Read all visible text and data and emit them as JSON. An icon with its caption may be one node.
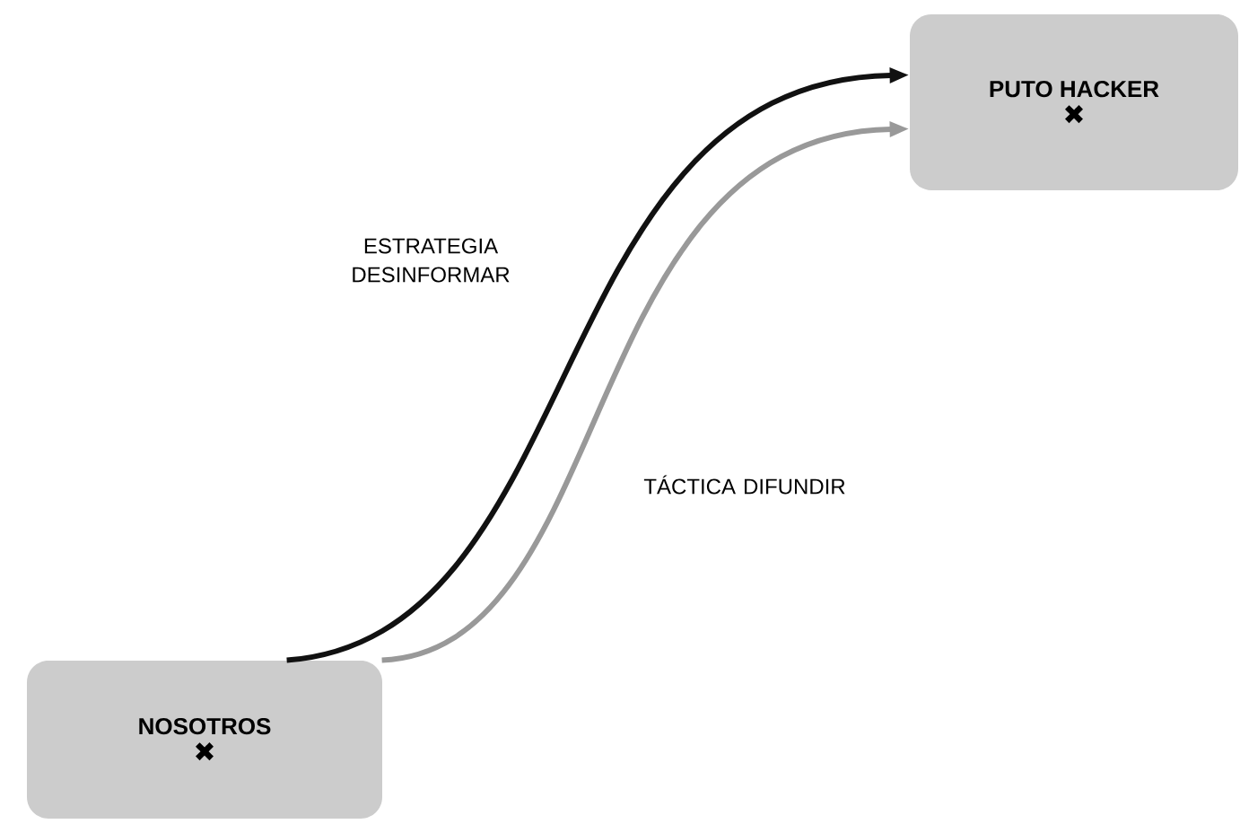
{
  "diagram": {
    "nodes": [
      {
        "text": [
          "NOSOTROS",
          "✖"
        ]
      },
      {
        "text": [
          "PUTO HACKER",
          "✖"
        ]
      }
    ],
    "edges": [
      {
        "from": 0,
        "to": 1,
        "arrow": "to",
        "label": "ESTRATEGIA DESINFORMAR"
      },
      {
        "from": 0,
        "to": 1,
        "arrow": "to",
        "label": "TÁCTICA DIFUNDIR",
        "color": "#999999"
      }
    ]
  }
}
